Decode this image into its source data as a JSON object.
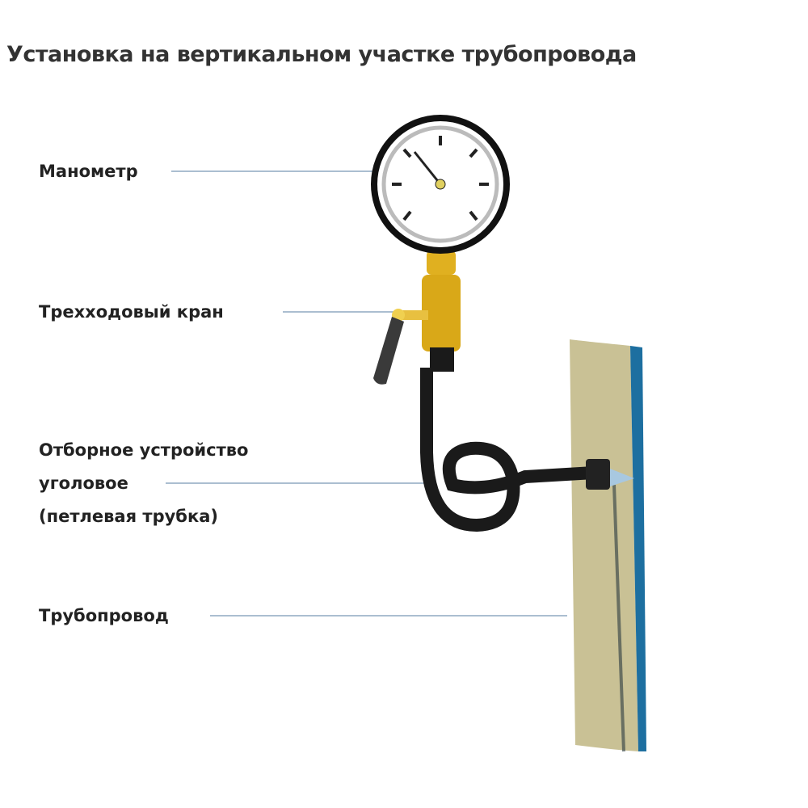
{
  "title": "Установка на вертикальном участке трубопровода",
  "labels": {
    "gauge": "Манометр",
    "valve": "Трехходовый кран",
    "siphon_line1": "Отборное устройство",
    "siphon_line2": "уголовое",
    "siphon_line3": "(петлевая трубка)",
    "pipeline": "Трубопровод"
  },
  "colors": {
    "brass": "#e0b020",
    "pipe_fill": "#c9c195",
    "pipe_edge": "#1d6fa0",
    "tube": "#1a1a1a",
    "leader": "#8fa8c0"
  }
}
